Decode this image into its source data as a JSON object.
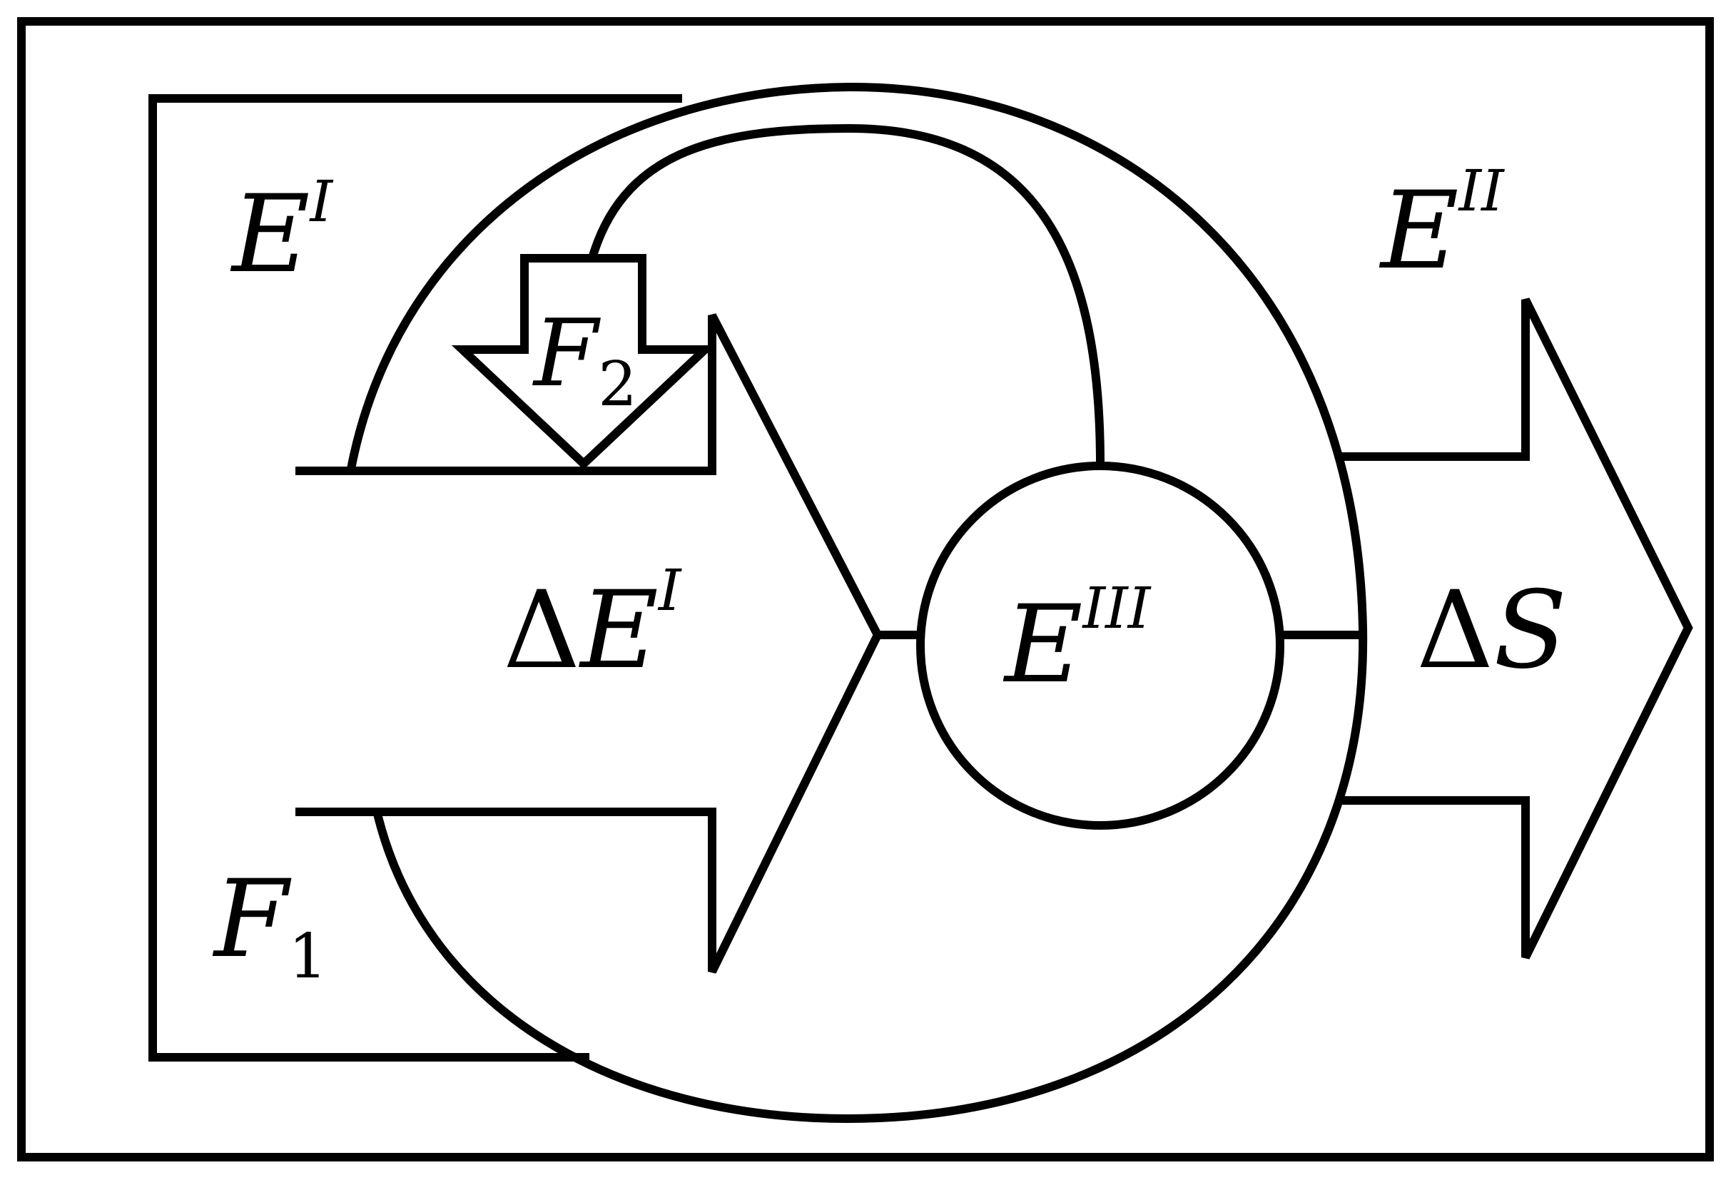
{
  "diagram": {
    "labels": {
      "e1": {
        "base": "E",
        "sup": "I"
      },
      "e2": {
        "base": "E",
        "sup": "II"
      },
      "e3": {
        "base": "E",
        "sup": "III"
      },
      "delta_e1": {
        "delta": "Δ",
        "base": "E",
        "sup": "I"
      },
      "delta_s": {
        "delta": "Δ",
        "base": "S"
      },
      "f1": {
        "base": "F",
        "sub": "1"
      },
      "f2": {
        "base": "F",
        "sub": "2"
      }
    }
  }
}
